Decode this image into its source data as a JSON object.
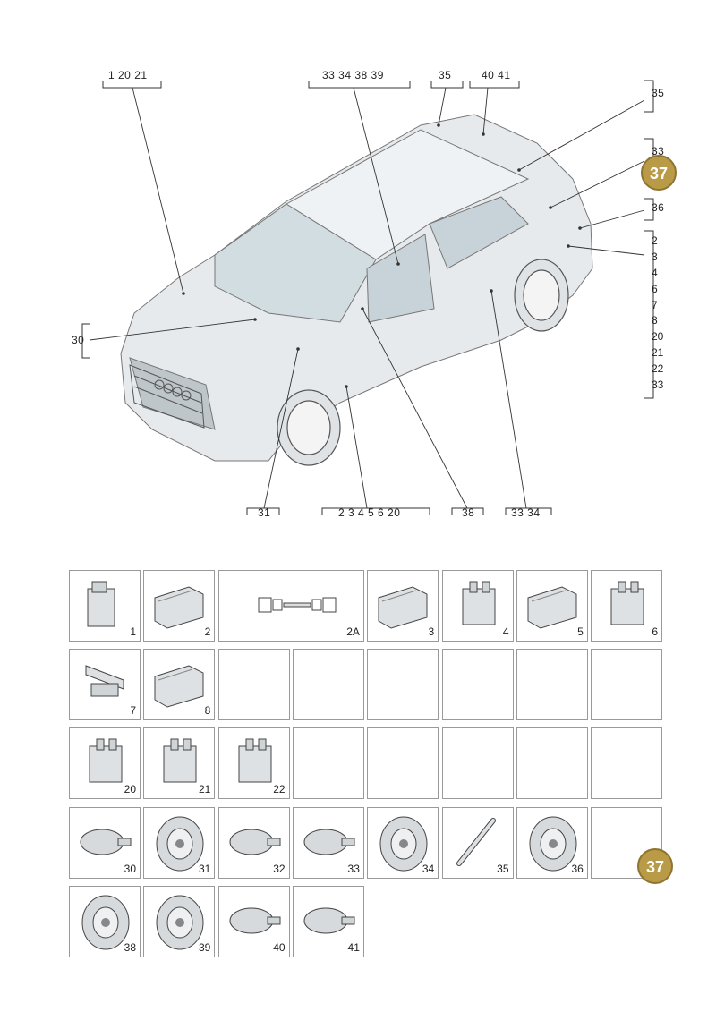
{
  "callouts_top": [
    {
      "id": "c-1-20-21",
      "text": "1  20  21"
    },
    {
      "id": "c-33-34-38-39",
      "text": "33  34  38  39"
    },
    {
      "id": "c-35",
      "text": "35"
    },
    {
      "id": "c-40-41",
      "text": "40  41"
    }
  ],
  "callouts_right": [
    {
      "id": "r-35",
      "text": "35"
    },
    {
      "id": "r-33",
      "text": "33"
    },
    {
      "id": "r-36",
      "text": "36"
    }
  ],
  "right_list": [
    "2",
    "3",
    "4",
    "6",
    "7",
    "8",
    "20",
    "21",
    "22",
    "33"
  ],
  "callout_left": "30",
  "callouts_bottom": [
    {
      "id": "b-31",
      "text": "31"
    },
    {
      "id": "b-2-3-4-5-6-20",
      "text": "2  3  4  5  6  20"
    },
    {
      "id": "b-38",
      "text": "38"
    },
    {
      "id": "b-33-34",
      "text": "33  34"
    }
  ],
  "badge_top": "37",
  "badge_grid": "37",
  "parts_grid": [
    [
      "1",
      "2",
      "2A",
      "3",
      "4",
      "5",
      "6"
    ],
    [
      "7",
      "8",
      "",
      "",
      "",
      "",
      "",
      ""
    ],
    [
      "20",
      "21",
      "22",
      "",
      "",
      "",
      "",
      ""
    ],
    [
      "30",
      "31",
      "32",
      "33",
      "34",
      "35",
      "36",
      ""
    ],
    [
      "38",
      "39",
      "40",
      "41"
    ]
  ]
}
